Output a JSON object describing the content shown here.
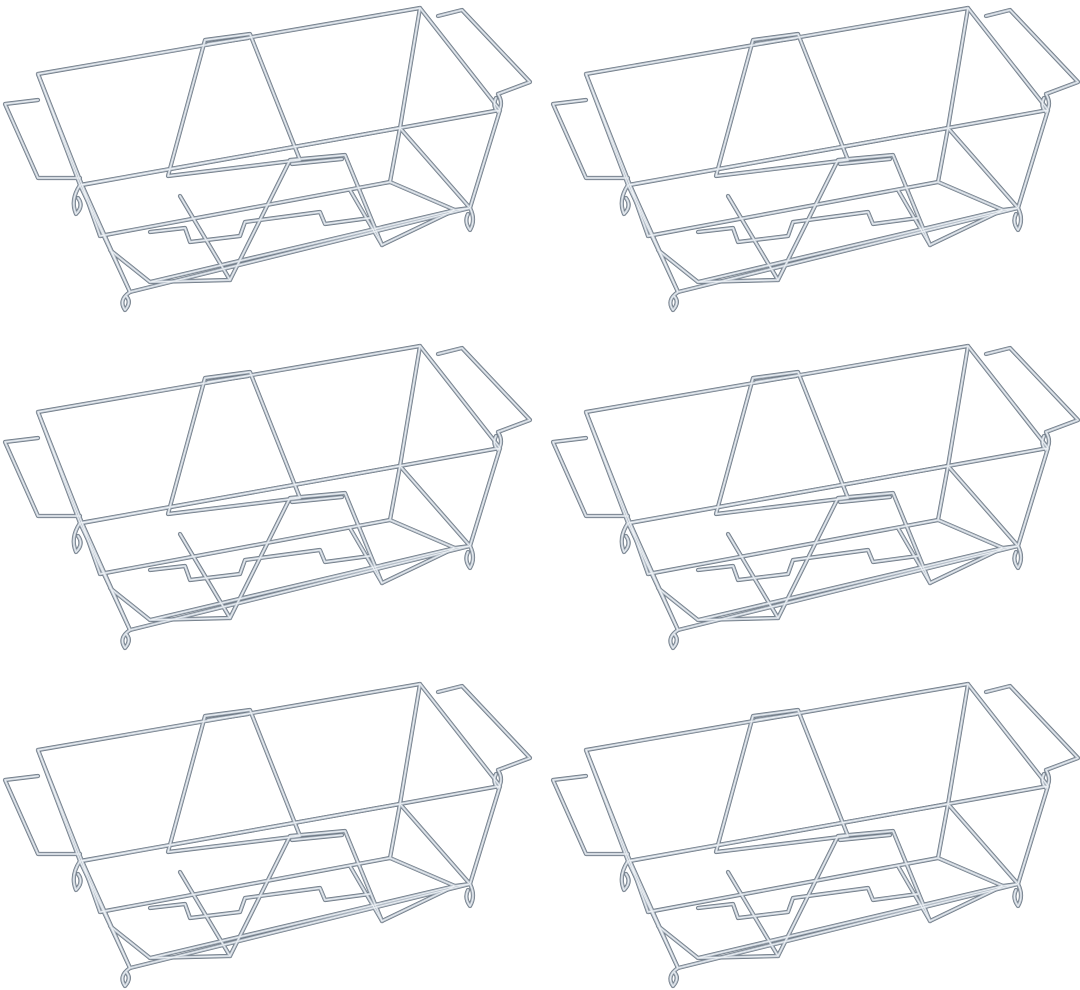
{
  "image": {
    "subject": "wire-rack",
    "layout": {
      "rows": 3,
      "columns": 2
    },
    "count": 6,
    "colors": {
      "background": "#ffffff",
      "wire_shadow": "#6f7a86",
      "wire_body": "#b9c2cc",
      "wire_highlight": "#eef2f6"
    }
  }
}
